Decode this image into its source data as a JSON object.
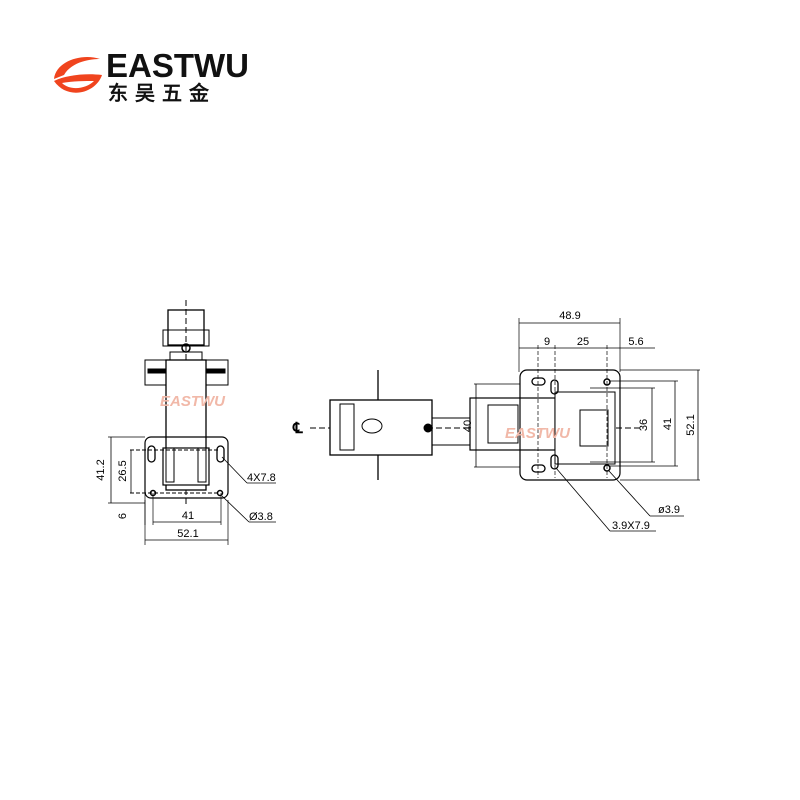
{
  "logo": {
    "brand": "EASTWU",
    "chinese": "东吴五金",
    "accent_color": "#f0441e"
  },
  "watermark": "EASTWU",
  "front_view": {
    "dims": {
      "height_total": "41.2",
      "slot_spacing": "26.5",
      "hole_offset": "6",
      "hole_spacing": "41",
      "plate_width": "52.1"
    },
    "callouts": {
      "slot": "4X7.8",
      "hole": "Ø3.8"
    }
  },
  "top_view": {
    "centerline_symbol": "℄",
    "dims": {
      "plate_length": "48.9",
      "d1": "9",
      "d2": "25",
      "d3": "5.6",
      "body_width": "40",
      "inner": "36",
      "hole_spacing": "41",
      "plate_width": "52.1"
    },
    "callouts": {
      "hole": "ø3.9",
      "slot": "3.9X7.9"
    }
  }
}
